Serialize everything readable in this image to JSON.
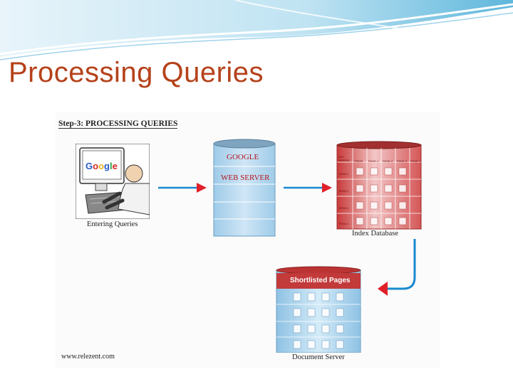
{
  "slide": {
    "title": "Processing Queries"
  },
  "diagram": {
    "step_title": "Step-3: PROCESSING QUERIES",
    "computer": {
      "screen_text": "Google",
      "caption": "Entering Queries"
    },
    "web_server": {
      "line1": "GOOGLE",
      "line2": "WEB SERVER"
    },
    "index_db": {
      "caption": "Index Database",
      "headers": [
        "KEY-WORDS",
        "ITEMS",
        "PAGE-1",
        "PAGE-2",
        "PAGE-3",
        "PAGE-4",
        "..."
      ],
      "rows": [
        "ROW-1",
        "ROW-2",
        "ROW-3",
        "ROW-4"
      ]
    },
    "document_server": {
      "banner": "Shortlisted Pages",
      "caption": "Document Server"
    },
    "website": "www.relezent.com"
  },
  "colors": {
    "title": "#b5421a",
    "server_text": "#b4141e",
    "arrow_blue": "#1a88d0",
    "arrow_red": "#e0202a"
  }
}
